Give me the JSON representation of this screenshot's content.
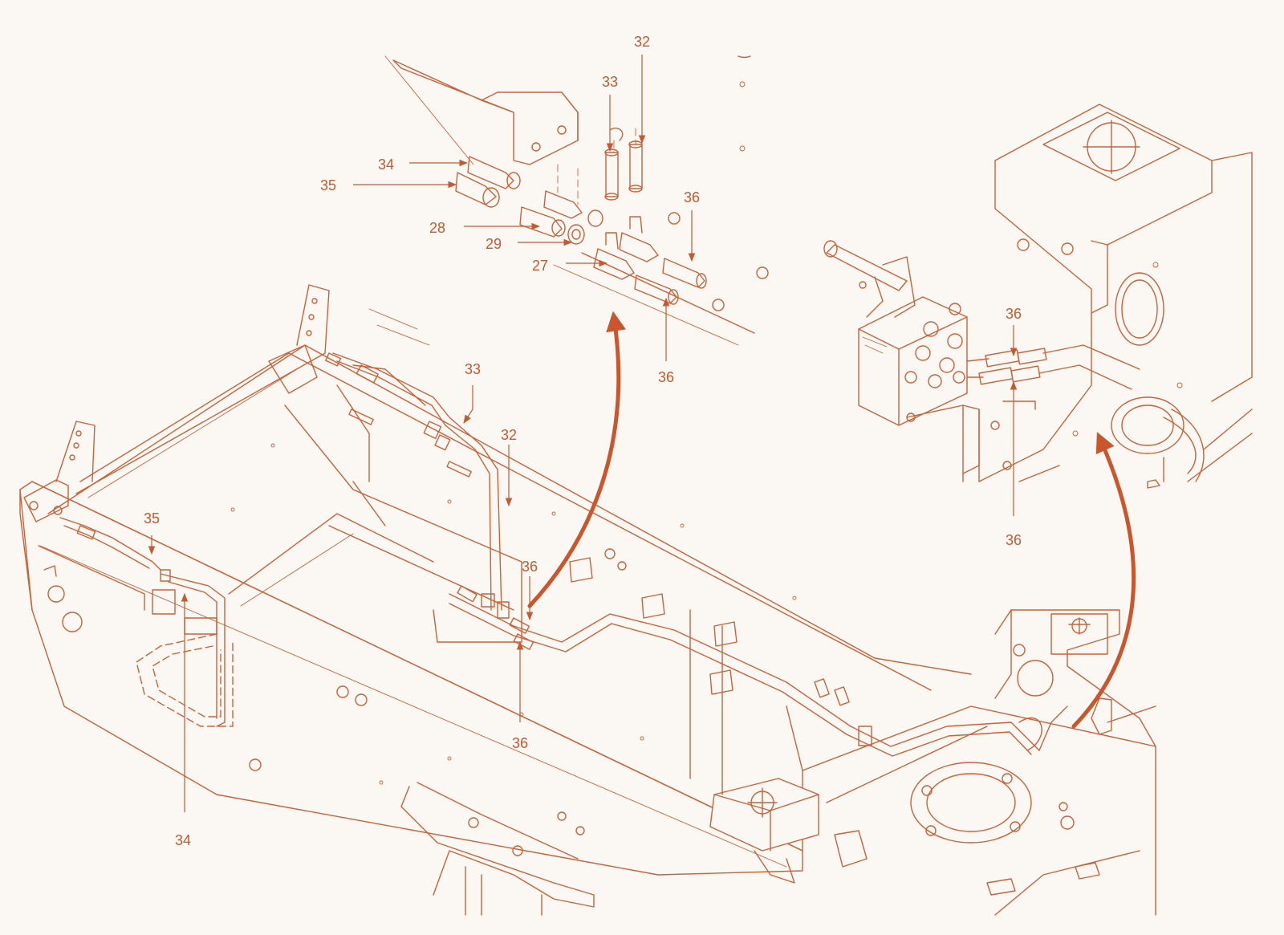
{
  "colors": {
    "background": "#fbf8f4",
    "line": "#c8623a",
    "label": "#c35a30",
    "arrow": "#c9562c"
  },
  "callouts": {
    "c32_top": "32",
    "c33_top": "33",
    "c34_top": "34",
    "c35_top": "35",
    "c36_top": "36",
    "c28": "28",
    "c29": "29",
    "c27": "27",
    "c36_detail_lower": "36",
    "c33_frame": "33",
    "c32_frame": "32",
    "c35_frame": "35",
    "c36_frame_upper": "36",
    "c36_frame_lower": "36",
    "c34_frame": "34",
    "c36_valve_upper": "36",
    "c36_valve_lower": "36"
  },
  "icons": {
    "detail_arrow_left": "curved-arrow-icon",
    "detail_arrow_right": "curved-arrow-icon"
  }
}
